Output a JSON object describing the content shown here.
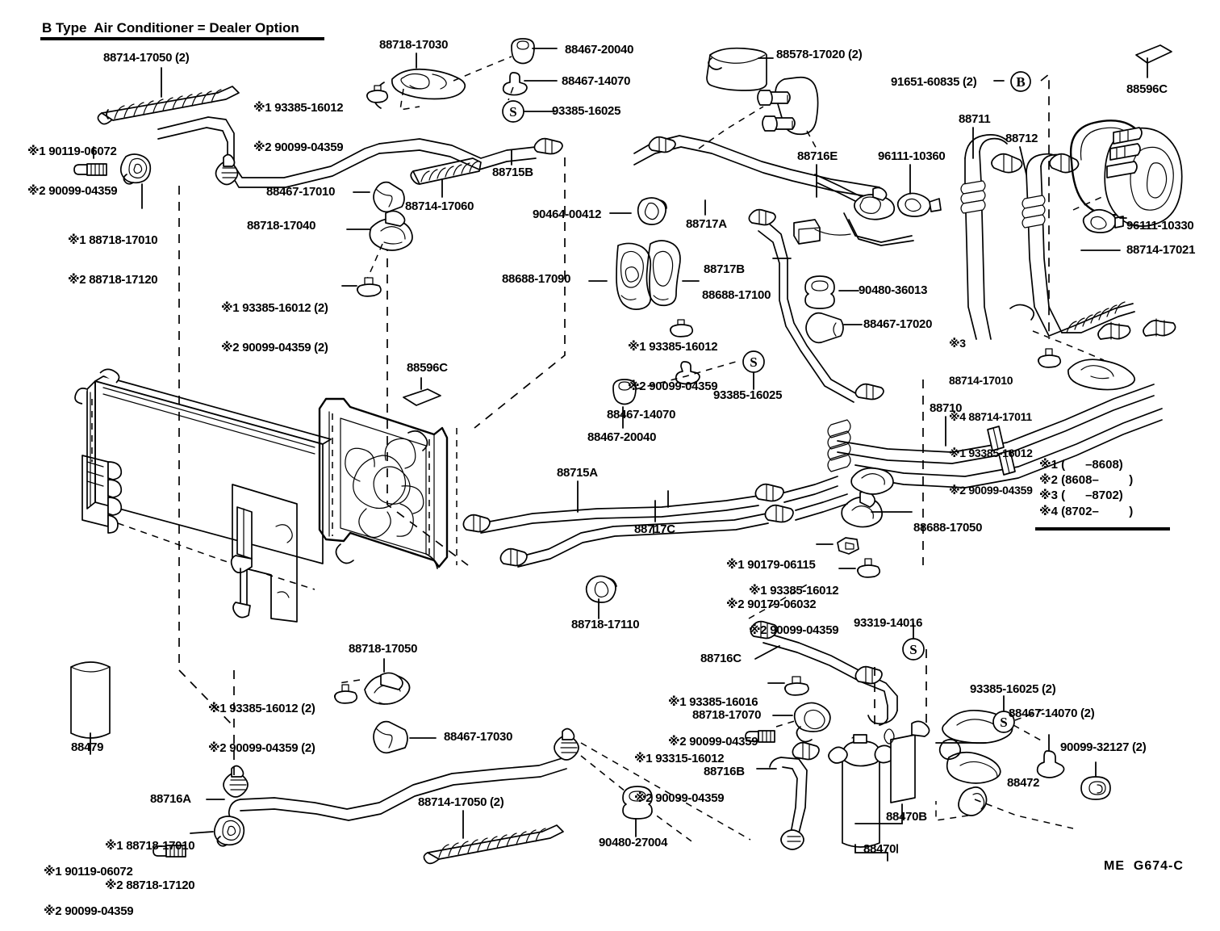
{
  "diagram": {
    "title": "B Type  Air Conditioner = Dealer Option",
    "footer_code": "ME  G674-C",
    "marker_glyph": "※",
    "s_marker": "S",
    "b_marker": "B"
  },
  "legend": {
    "rows": [
      "※1 (      –8608)",
      "※2 (8608–         )",
      "※3 (      –8702)",
      "※4 (8702–         )"
    ]
  },
  "labels": {
    "l_88714_17050_2_top": "88714-17050 (2)",
    "l_93385_90099_topleft": {
      "r1": "※1 93385-16012",
      "r2": "※2 90099-04359"
    },
    "l_90119_90099_left": {
      "r1": "※1 90119-06072",
      "r2": "※2 90099-04359"
    },
    "l_88718_17010_120": {
      "r1": "※1 88718-17010",
      "r2": "※2 88718-17120"
    },
    "l_88718_17040": "88718-17040",
    "l_93385_90099_2x": {
      "r1": "※1 93385-16012 (2)",
      "r2": "※2 90099-04359 (2)"
    },
    "l_88467_17010": "88467-17010",
    "l_88714_17060": "88714-17060",
    "l_88718_17030": "88718-17030",
    "l_88467_20040_top": "88467-20040",
    "l_88467_14070_top": "88467-14070",
    "l_93385_16025_top": "93385-16025",
    "l_88715B": "88715B",
    "l_88578_17020_2": "88578-17020 (2)",
    "l_91651_60835_2": "91651-60835 (2)",
    "l_88596C_top": "88596C",
    "l_88711": "88711",
    "l_88712": "88712",
    "l_88716E": "88716E",
    "l_96111_10360": "96111-10360",
    "l_96111_10330": "96111-10330",
    "l_88714_17021": "88714-17021",
    "l_88717A": "88717A",
    "l_88717B": "88717B",
    "l_90464_00412": "90464-00412",
    "l_88688_17090": "88688-17090",
    "l_88688_17100": "88688-17100",
    "l_93385_90099_mid": {
      "r1": "※1 93385-16012",
      "r2": "※2 90099-04359"
    },
    "l_93385_16025_mid": "93385-16025",
    "l_88467_14070_mid": "88467-14070",
    "l_88467_20040_mid": "88467-20040",
    "l_90480_36013": "90480-36013",
    "l_88467_17020": "88467-17020",
    "l_88714_right_group": {
      "r1": "※3",
      "r2": "88714-17010",
      "r3": "※4 88714-17011",
      "r4": "※1 93385-16012",
      "r5": "※2 90099-04359"
    },
    "l_88710": "88710",
    "l_88596C_mid": "88596C",
    "l_88715A": "88715A",
    "l_88717C": "88717C",
    "l_90179_group": {
      "r1": "※1 90179-06115",
      "r2": "※2 90179-06032"
    },
    "l_93385_90099_lowmid": {
      "r1": "※1 93385-16012",
      "r2": "※2 90099-04359"
    },
    "l_88688_17050": "88688-17050",
    "l_88718_17110": "88718-17110",
    "l_88479": "88479",
    "l_88718_17050": "88718-17050",
    "l_93385_90099_botleft": {
      "r1": "※1 93385-16012 (2)",
      "r2": "※2 90099-04359 (2)"
    },
    "l_88467_17030": "88467-17030",
    "l_88716A": "88716A",
    "l_88718_17010_120_bot": {
      "r1": "※1 88718-17010",
      "r2": "※2 88718-17120"
    },
    "l_90119_90099_bot": {
      "r1": "※1 90119-06072",
      "r2": "※2 90099-04359"
    },
    "l_88714_17050_2_bot": "88714-17050 (2)",
    "l_90480_27004": "90480-27004",
    "l_93319_14016": "93319-14016",
    "l_88716C": "88716C",
    "l_93385_16016_group": {
      "r1": "※1 93385-16016",
      "r2": "※2 90099-04359"
    },
    "l_88718_17070": "88718-17070",
    "l_93315_16012_group": {
      "r1": "※1 93315-16012",
      "r2": "※2 90099-04359"
    },
    "l_88716B": "88716B",
    "l_88470": "88470",
    "l_88470B": "88470B",
    "l_93385_16025_2": "93385-16025 (2)",
    "l_88467_14070_2": "88467-14070 (2)",
    "l_90099_32127_2": "90099-32127 (2)",
    "l_88472": "88472"
  }
}
